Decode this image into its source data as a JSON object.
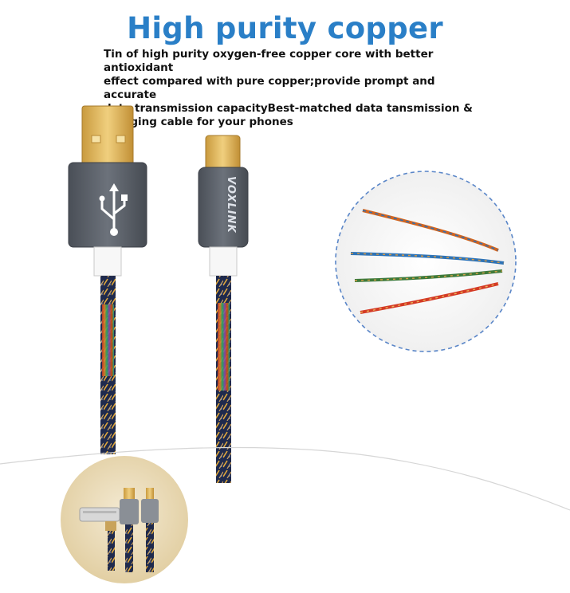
{
  "header": {
    "title": "High purity copper",
    "description": "Tin of high purity oxygen-free copper core with better antioxidant\neffect compared with pure copper;provide prompt and  accurate\ndata transmission capacityBest-matched data tansmission &\ncharging cable for your phones"
  },
  "product": {
    "brand_label": "VOXLINK",
    "usb_symbol": "usb-icon"
  },
  "colors": {
    "title_blue": "#2a7fc7",
    "connector_gold": "#e6b85a",
    "housing_gray": "#5c626b",
    "denim_navy": "#1f2a4d"
  }
}
